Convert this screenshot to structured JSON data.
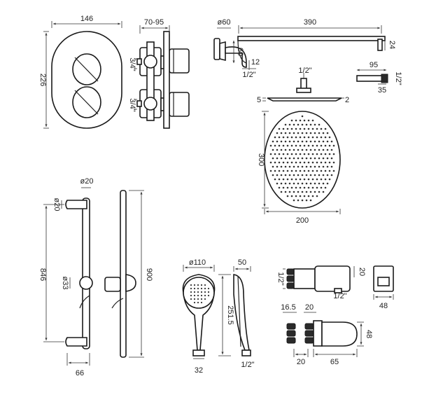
{
  "dims": {
    "valve_width": "146",
    "valve_height": "226",
    "valve_depth": "70-95",
    "valve_thread_top": "3/4\"",
    "valve_thread_bottom": "3/4\"",
    "arm_flange_dia": "ø60",
    "arm_length": "390",
    "arm_height": "60",
    "arm_offset": "12",
    "arm_thread": "1/2\"",
    "arm_end": "24",
    "head_thread": "1/2\"",
    "head_thickness_left": "5",
    "head_thickness_right": "2",
    "outlet_width": "95",
    "outlet_thread": "1/2\"",
    "outlet_depth": "35",
    "head_height": "300",
    "head_width": "200",
    "rail_top_dia": "ø20",
    "rail_side_dia": "ø20",
    "rail_centres": "846",
    "rail_bracket_dia": "ø33",
    "rail_height": "900",
    "rail_projection": "66",
    "handset_dia": "ø110",
    "handset_depth": "50",
    "handset_length": "251.5",
    "handset_handle": "32",
    "handset_thread": "1/2\"",
    "elbow_thread_in": "1/2\"",
    "elbow_thread_out": "1/2\"",
    "elbow_height": "20",
    "elbow_plate": "48",
    "holder_a": "16.5",
    "holder_b": "20",
    "holder_height": "48",
    "holder_base": "20",
    "holder_length": "65"
  }
}
